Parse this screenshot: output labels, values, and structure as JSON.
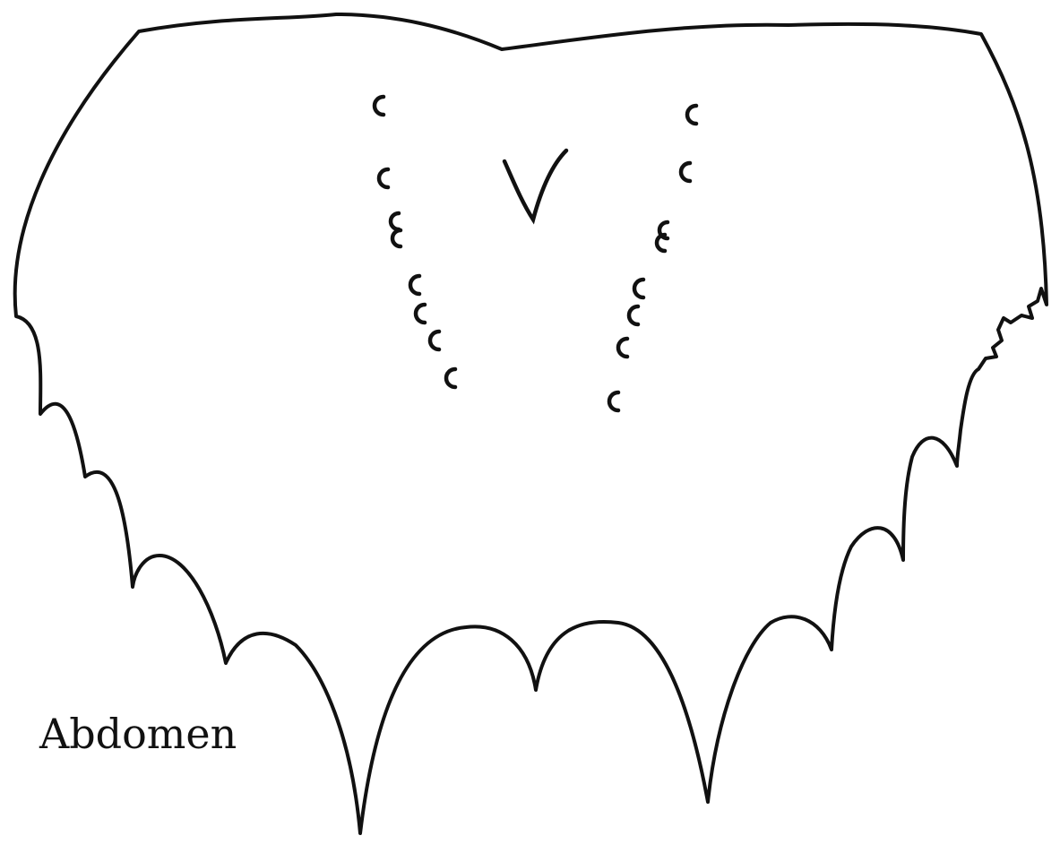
{
  "label": "Abdomen",
  "marks": {
    "left_row_count": 8,
    "right_row_count": 8,
    "center_symbol": "V"
  }
}
